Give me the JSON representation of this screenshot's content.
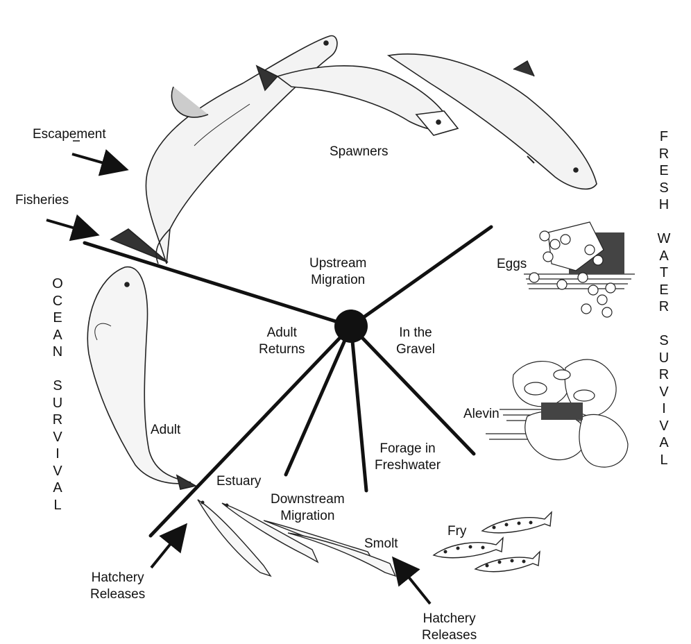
{
  "diagram": {
    "side_labels": {
      "ocean": [
        "O",
        "C",
        "E",
        "A",
        "N",
        "",
        "S",
        "U",
        "R",
        "V",
        "I",
        "V",
        "A",
        "L"
      ],
      "fresh": [
        "F",
        "R",
        "E",
        "S",
        "H",
        "",
        "W",
        "A",
        "T",
        "E",
        "R",
        "",
        "S",
        "U",
        "R",
        "V",
        "I",
        "V",
        "A",
        "L"
      ]
    },
    "labels": {
      "escapement": "Escapement",
      "fisheries": "Fisheries",
      "spawners": "Spawners",
      "eggs": "Eggs",
      "alevin": "Alevin",
      "fry": "Fry",
      "smolt": "Smolt",
      "adult": "Adult",
      "estuary": "Estuary",
      "upstream_migration": "Upstream\nMigration",
      "adult_returns": "Adult\nReturns",
      "in_the_gravel": "In the\nGravel",
      "forage_in_freshwater": "Forage in\nFreshwater",
      "downstream_migration": "Downstream\nMigration",
      "hatchery_releases_left": "Hatchery\nReleases",
      "hatchery_releases_bottom": "Hatchery\nReleases"
    },
    "colors": {
      "ink": "#111111",
      "background": "#ffffff",
      "hub": "#111111"
    }
  }
}
